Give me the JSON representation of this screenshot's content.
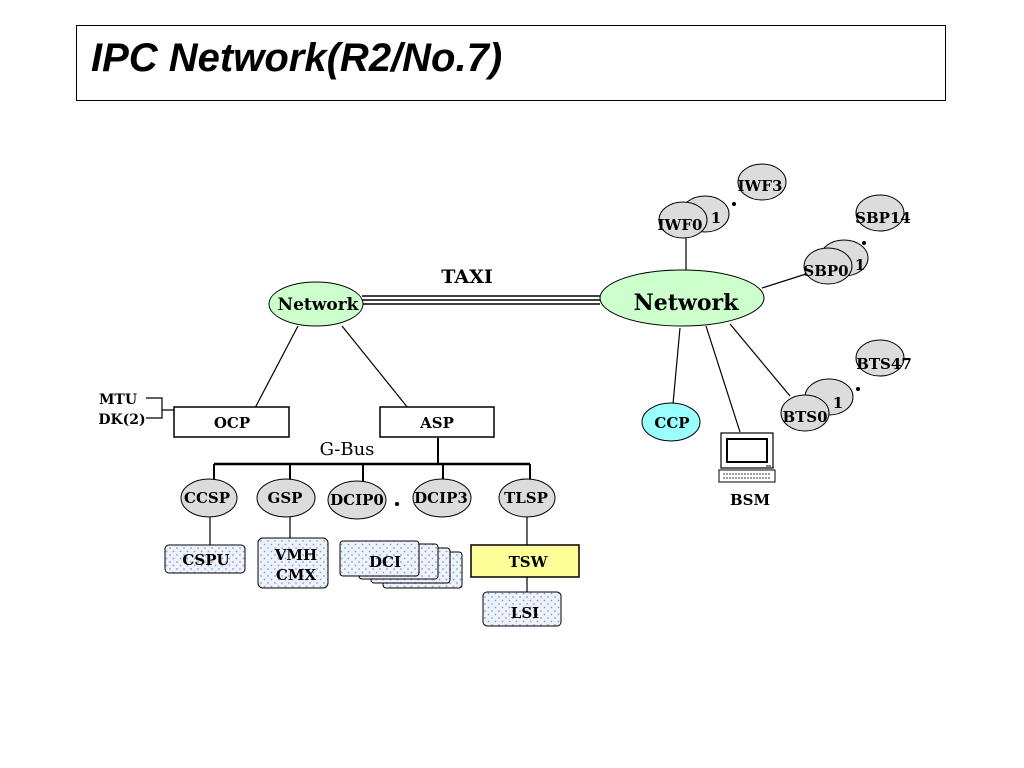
{
  "title": "IPC Network(R2/No.7)",
  "colors": {
    "network_fill": "#ccffcc",
    "ccp_fill": "#99ffff",
    "processor_fill": "#dcdcdc",
    "tsw_fill": "#ffff99",
    "dotted_box_fill": "#eef2fb",
    "dot_color": "#8aa0d0"
  },
  "diagram": {
    "taxi_label": "TAXI",
    "gbus_label": "G-Bus",
    "network_left": "Network",
    "network_right": "Network",
    "mtu": "MTU",
    "dk": "DK(2)",
    "ocp": "OCP",
    "asp": "ASP",
    "ccsp": "CCSP",
    "gsp": "GSP",
    "dcip0": "DCIP0",
    "dcip3": "DCIP3",
    "tlsp": "TLSP",
    "cspu": "CSPU",
    "vmh": "VMH",
    "cmx": "CMX",
    "dci": "DCI",
    "tsw": "TSW",
    "lsi": "LSI",
    "ccp": "CCP",
    "bsm": "BSM",
    "iwf0": "IWF0",
    "iwf1": "1",
    "iwf3": "IWF3",
    "sbp0": "SBP0",
    "sbp1": "1",
    "sbp14": "SBP14",
    "bts0": "BTS0",
    "bts1": "1",
    "bts47": "BTS47"
  }
}
